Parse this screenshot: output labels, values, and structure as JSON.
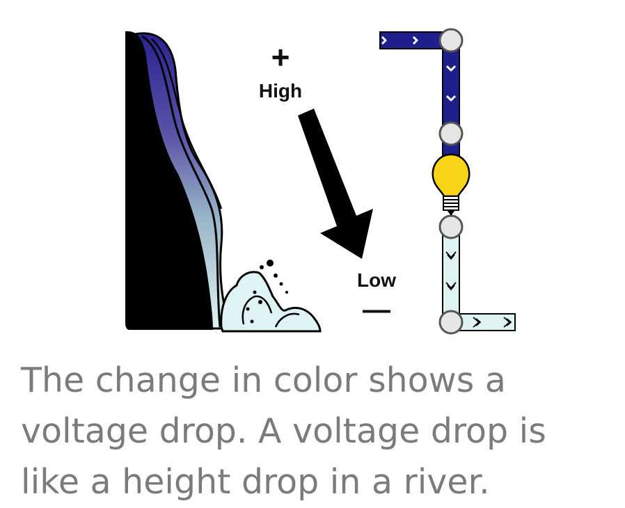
{
  "labels": {
    "high_sign": "+",
    "high": "High",
    "low": "Low",
    "low_sign": "—"
  },
  "caption": "The change in color shows a voltage drop. A voltage drop is like a height drop in a river.",
  "colors": {
    "high_voltage": "#1e1e8c",
    "low_voltage": "#dff3f4",
    "bulb": "#f7d417",
    "caption_text": "#7b7b7b"
  }
}
